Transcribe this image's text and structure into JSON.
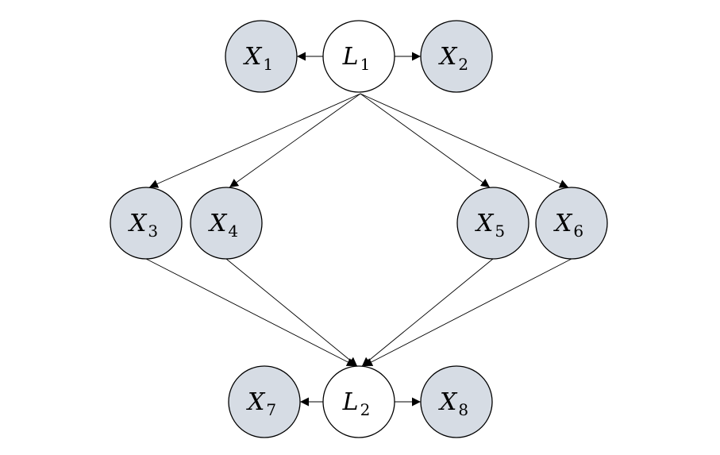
{
  "colors": {
    "observed_fill": "#d6dce4",
    "latent_fill": "#ffffff",
    "stroke": "#000000"
  },
  "nodes": [
    {
      "id": "L1",
      "letter": "L",
      "sub": "1",
      "kind": "latent"
    },
    {
      "id": "X1",
      "letter": "X",
      "sub": "1",
      "kind": "observed"
    },
    {
      "id": "X2",
      "letter": "X",
      "sub": "2",
      "kind": "observed"
    },
    {
      "id": "X3",
      "letter": "X",
      "sub": "3",
      "kind": "observed"
    },
    {
      "id": "X4",
      "letter": "X",
      "sub": "4",
      "kind": "observed"
    },
    {
      "id": "X5",
      "letter": "X",
      "sub": "5",
      "kind": "observed"
    },
    {
      "id": "X6",
      "letter": "X",
      "sub": "6",
      "kind": "observed"
    },
    {
      "id": "L2",
      "letter": "L",
      "sub": "2",
      "kind": "latent"
    },
    {
      "id": "X7",
      "letter": "X",
      "sub": "7",
      "kind": "observed"
    },
    {
      "id": "X8",
      "letter": "X",
      "sub": "8",
      "kind": "observed"
    }
  ],
  "edges": [
    {
      "from": "L1",
      "to": "X1"
    },
    {
      "from": "L1",
      "to": "X2"
    },
    {
      "from": "L1",
      "to": "X3"
    },
    {
      "from": "L1",
      "to": "X4"
    },
    {
      "from": "L1",
      "to": "X5"
    },
    {
      "from": "L1",
      "to": "X6"
    },
    {
      "from": "X3",
      "to": "L2"
    },
    {
      "from": "X4",
      "to": "L2"
    },
    {
      "from": "X5",
      "to": "L2"
    },
    {
      "from": "X6",
      "to": "L2"
    },
    {
      "from": "L2",
      "to": "X7"
    },
    {
      "from": "L2",
      "to": "X8"
    }
  ]
}
